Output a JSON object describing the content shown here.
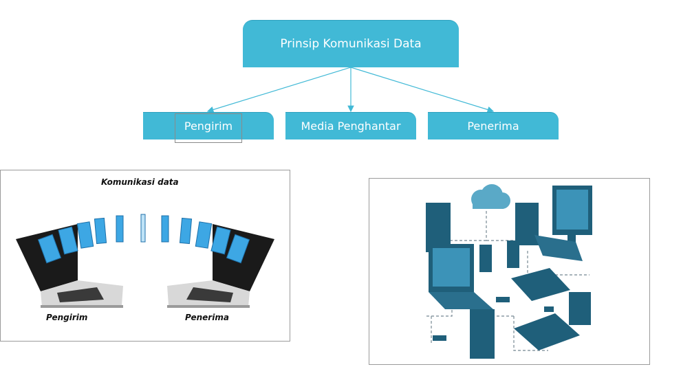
{
  "diagram": {
    "root": "Prinsip Komunikasi Data",
    "children": [
      "Pengirim",
      "Media Penghantar",
      "Penerima"
    ]
  },
  "left_image": {
    "title": "Komunikasi data",
    "sender_label": "Pengirim",
    "receiver_label": "Penerima"
  },
  "colors": {
    "box_fill": "#41b9d6",
    "connector": "#41b9d6",
    "network_icon": "#1f5f7a"
  }
}
